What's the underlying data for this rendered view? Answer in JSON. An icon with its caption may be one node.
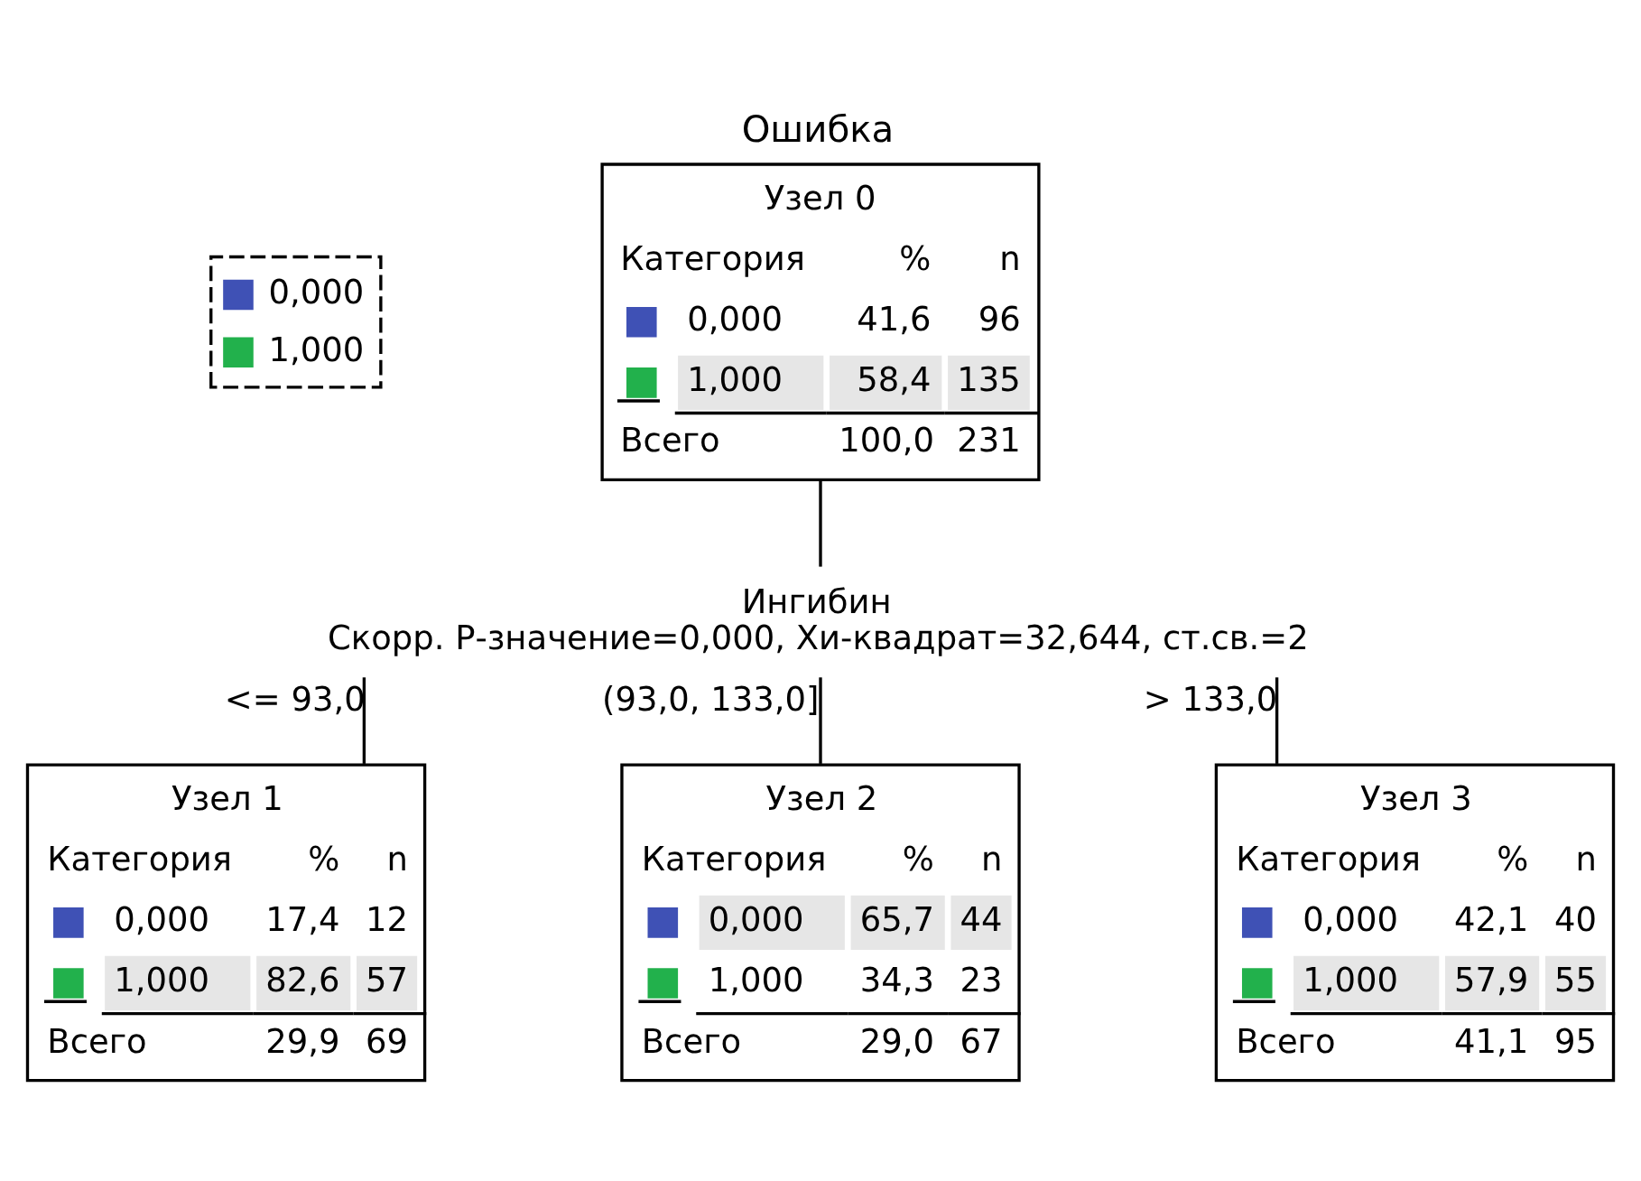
{
  "diagram": {
    "title": "Ошибка",
    "nodes": [
      {
        "text": [
          "Узел 0",
          "Категория",
          "%",
          "n",
          "0,000",
          "41,6",
          "96",
          "1,000",
          "58,4",
          "135",
          "Всего",
          "100,0",
          "231"
        ]
      },
      {
        "text": [
          "Ингибин",
          "Скорр. Р-значение=0,000, Хи-квадрат=32,644, ст.св.=2"
        ]
      },
      {
        "text": [
          "Узел 1",
          "Категория",
          "%",
          "n",
          "0,000",
          "17,4",
          "12",
          "1,000",
          "82,6",
          "57",
          "Всего",
          "29,9",
          "69"
        ]
      },
      {
        "text": [
          "Узел 2",
          "Категория",
          "%",
          "n",
          "0,000",
          "65,7",
          "44",
          "1,000",
          "34,3",
          "23",
          "Всего",
          "29,0",
          "67"
        ]
      },
      {
        "text": [
          "Узел 3",
          "Категория",
          "%",
          "n",
          "0,000",
          "42,1",
          "40",
          "1,000",
          "57,9",
          "55",
          "Всего",
          "41,1",
          "95"
        ]
      }
    ],
    "edges": [
      {
        "from": 0,
        "to": 1,
        "arrow": "none"
      },
      {
        "from": 1,
        "to": 2,
        "arrow": "none",
        "label": "<= 93,0"
      },
      {
        "from": 1,
        "to": 3,
        "arrow": "none",
        "label": "(93,0, 133,0]"
      },
      {
        "from": 1,
        "to": 4,
        "arrow": "none",
        "label": "> 133,0"
      }
    ],
    "legend": [
      {
        "text": "0,000",
        "color": "#3f51b5"
      },
      {
        "text": "1,000",
        "color": "#22b14c"
      }
    ]
  }
}
